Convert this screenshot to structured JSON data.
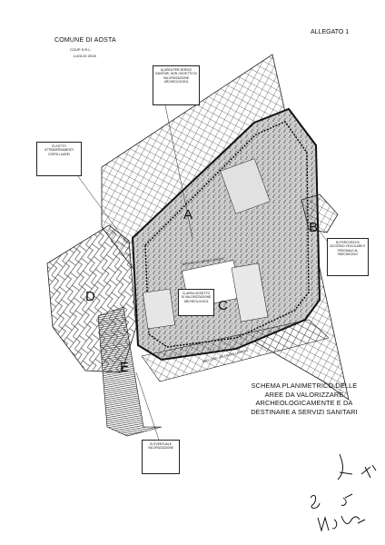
{
  "header": {
    "municipality": "COMUNE DI AOSTA",
    "company": "COUP S.R.L.",
    "date": "LUGLIO 2018",
    "annex": "ALLEGATO 1"
  },
  "zones": {
    "A": "A",
    "B": "B",
    "C": "C",
    "D": "D",
    "E": "E"
  },
  "callouts": {
    "a": "A) AREA PER SERVIZI SANITARI, NON OGGETTO DI VALORIZZAZIONE ARCHEOLOGICA",
    "b": "B) PERCORSI DI ACCESSO VEICOLARE E PEDONALE AL PARCHEGGIO",
    "c": "C) AREA OGGETTO DI VALORIZZAZIONE ARCHEOLOGICA",
    "d": "D) SOTTO ATTRAVERSAMENTI CORTILI AUREI",
    "e": "E) EVENTUALE VALORIZZAZIONE"
  },
  "small_labels": {
    "interior": "SERCHIO DI CORTE E FREGIO",
    "street": "ANGLO DEL VIA TARNOLI SURPAS"
  },
  "legend_title": "SCHEMA PLANIMETRICO DELLE AREE DA VALORIZZARE ARCHEOLOGICAMENTE E DA DESTINARE A SERVIZI SANITARI",
  "signatures": "signature marks",
  "colors": {
    "ink": "#111111",
    "paper": "#ffffff",
    "gray_fill": "#d9d9d9"
  }
}
